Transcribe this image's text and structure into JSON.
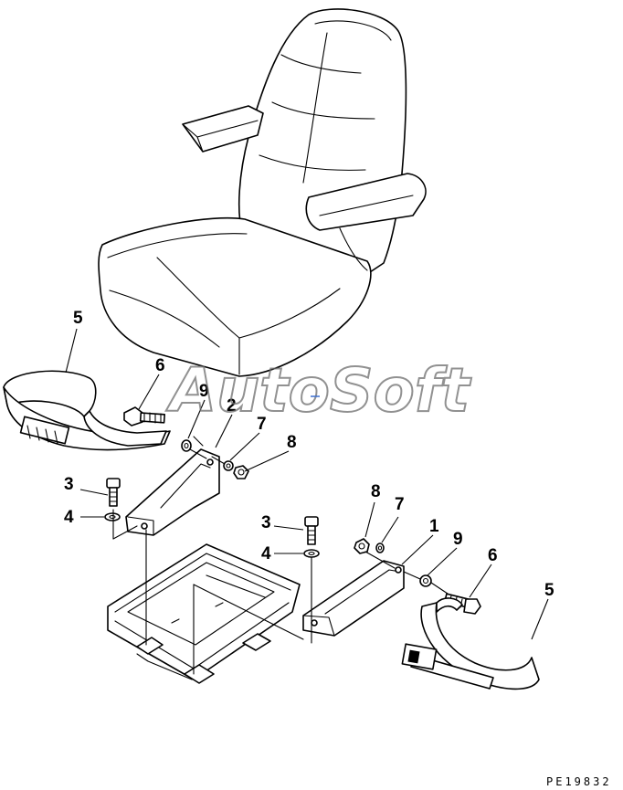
{
  "watermark": "AutoSoft",
  "drawing_number": "PE19832",
  "callouts": [
    {
      "id": "c5-left",
      "label": "5"
    },
    {
      "id": "c6-left",
      "label": "6"
    },
    {
      "id": "c9-left",
      "label": "9"
    },
    {
      "id": "c2",
      "label": "2"
    },
    {
      "id": "c7-left",
      "label": "7"
    },
    {
      "id": "c8-left",
      "label": "8"
    },
    {
      "id": "c3-left",
      "label": "3"
    },
    {
      "id": "c4-left",
      "label": "4"
    },
    {
      "id": "c8-right",
      "label": "8"
    },
    {
      "id": "c7-right",
      "label": "7"
    },
    {
      "id": "c1",
      "label": "1"
    },
    {
      "id": "c9-right",
      "label": "9"
    },
    {
      "id": "c3-right",
      "label": "3"
    },
    {
      "id": "c6-right",
      "label": "6"
    },
    {
      "id": "c4-right",
      "label": "4"
    },
    {
      "id": "c5-right",
      "label": "5"
    }
  ],
  "colors": {
    "line": "#000000",
    "background": "#ffffff",
    "watermark": "#6d6d6d"
  }
}
